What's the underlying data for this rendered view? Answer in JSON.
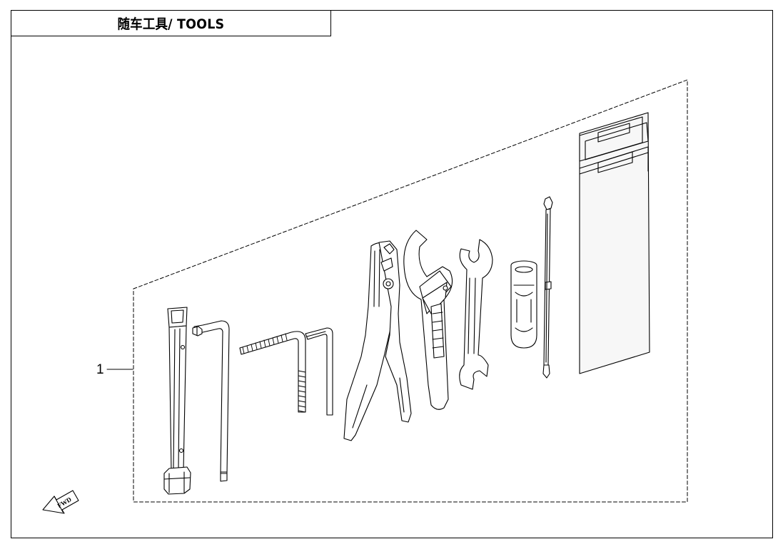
{
  "title": "随车工具/ TOOLS",
  "callouts": [
    {
      "number": "1"
    }
  ],
  "fwd_marker": "FWD",
  "colors": {
    "line": "#000000",
    "background": "#ffffff",
    "tool_fill": "#ffffff",
    "manual_fill": "#f7f7f7"
  },
  "icons": [
    "tube-socket-wrench",
    "l-hex-key",
    "l-threaded-rod",
    "small-hex-key",
    "pliers",
    "hook-spanner",
    "double-open-end-wrench",
    "screwdriver-handle",
    "screwdriver-shaft",
    "manual-pouch",
    "fwd-arrow"
  ]
}
